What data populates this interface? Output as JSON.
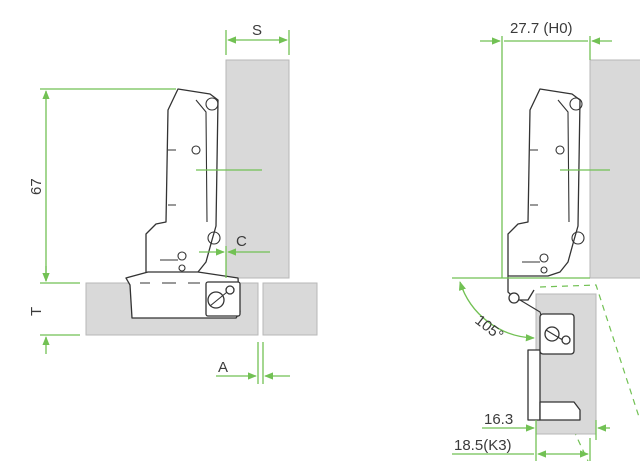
{
  "labels": {
    "S": "S",
    "dim_67": "67",
    "C": "C",
    "T": "T",
    "A": "A",
    "H0": "27.7  (H0)",
    "angle": "105°",
    "K_163": "16.3",
    "K3": "18.5(K3)"
  },
  "colors": {
    "dimension": "#72c154",
    "panel": "#d9d9d9",
    "outline": "#333333"
  }
}
